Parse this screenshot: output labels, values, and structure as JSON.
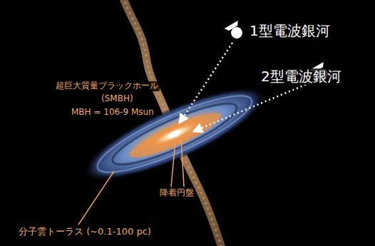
{
  "diagram": {
    "labels": [
      "1型電波銀河",
      "2型電波銀河",
      "超巨大質量ブラックホール",
      "(SMBH)",
      "MBH = 106-9 Msun",
      "降着円盤",
      "分子雲トーラス (~0.1-100 pc)"
    ]
  }
}
